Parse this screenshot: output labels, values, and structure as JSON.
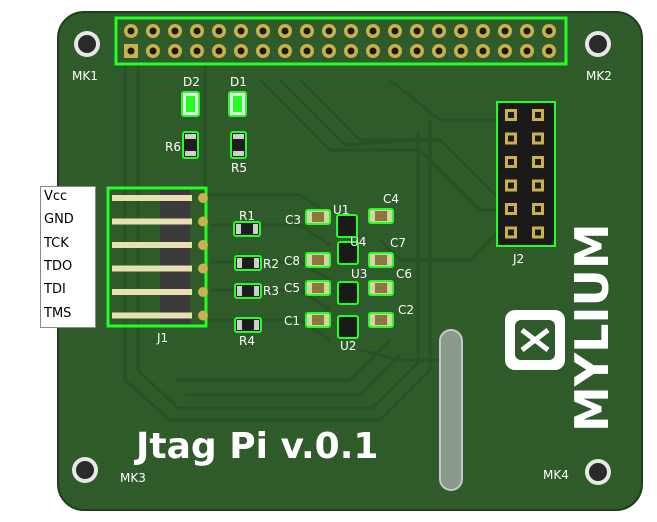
{
  "board": {
    "title": "Jtag Pi v.0.1",
    "brand": "MYLIUM",
    "mounting_holes": [
      "MK1",
      "MK2",
      "MK3",
      "MK4"
    ],
    "connectors": {
      "gpio_header": "",
      "j1": "J1",
      "j2": "J2"
    },
    "leds": [
      "D2",
      "D1"
    ],
    "resistors": [
      "R6",
      "R5",
      "R1",
      "R2",
      "R3",
      "R4"
    ],
    "capacitors": [
      "C3",
      "C4",
      "C7",
      "C8",
      "C6",
      "C5",
      "C1",
      "C2"
    ],
    "ics": [
      "U1",
      "U4",
      "U3",
      "U2"
    ],
    "jtag_pins": [
      "Vcc",
      "GND",
      "TCK",
      "TDO",
      "TDI",
      "TMS"
    ],
    "colors": {
      "pcb": "#2f5b2a",
      "pcb_dark": "#264b22",
      "highlight": "#22ff22",
      "silkscreen": "#ffffff",
      "pad": "#c9c98a"
    }
  }
}
